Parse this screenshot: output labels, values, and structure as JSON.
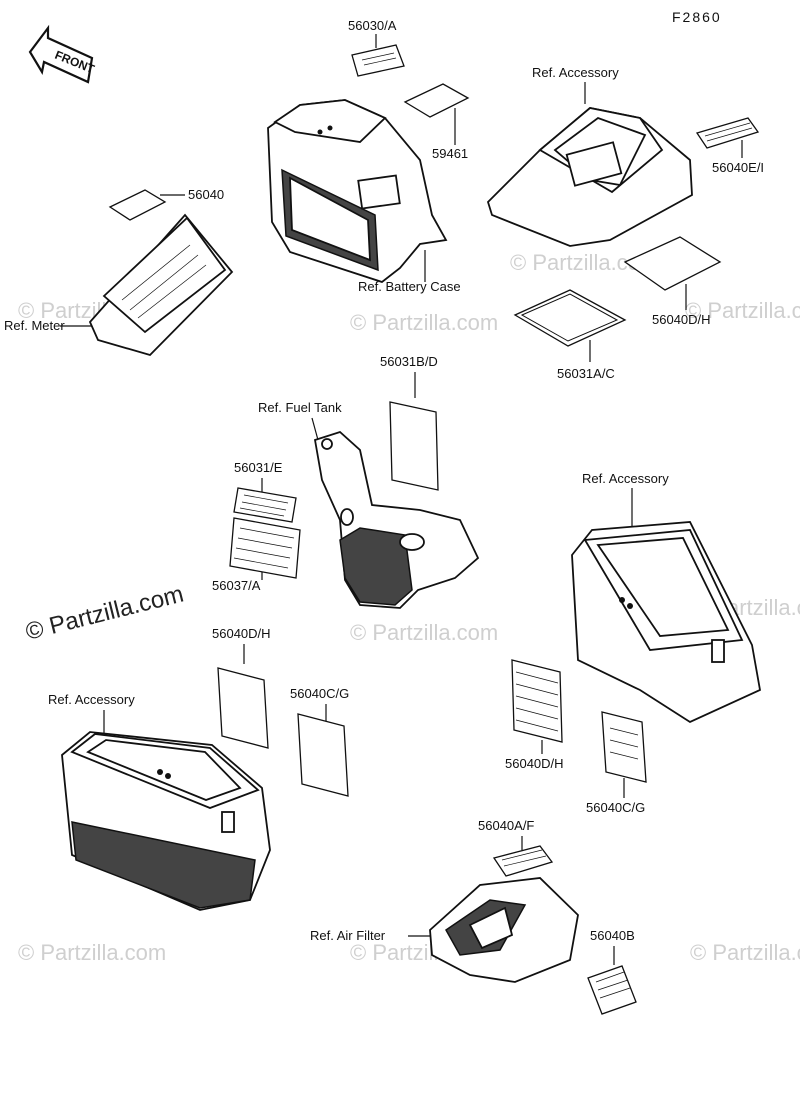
{
  "figure_code": "F2860",
  "front_arrow": "FRONT",
  "copyright": "© Partzilla.com",
  "watermark": "© Partzilla.com",
  "labels": {
    "p56030A": "56030/A",
    "p59461": "59461",
    "ref_accessory_top": "Ref. Accessory",
    "p56040EI": "56040E/I",
    "p56040": "56040",
    "ref_meter": "Ref. Meter",
    "ref_battery_case": "Ref. Battery Case",
    "p56040DH_top": "56040D/H",
    "p56031AC": "56031A/C",
    "p56031BD": "56031B/D",
    "ref_fuel_tank": "Ref. Fuel Tank",
    "p56031E": "56031/E",
    "p56037A": "56037/A",
    "ref_accessory_right": "Ref. Accessory",
    "p56040DH_left": "56040D/H",
    "ref_accessory_left": "Ref. Accessory",
    "p56040CG_left": "56040C/G",
    "p56040DH_right": "56040D/H",
    "p56040CG_right": "56040C/G",
    "p56040AF": "56040A/F",
    "ref_air_filter": "Ref. Air Filter",
    "p56040B": "56040B"
  }
}
